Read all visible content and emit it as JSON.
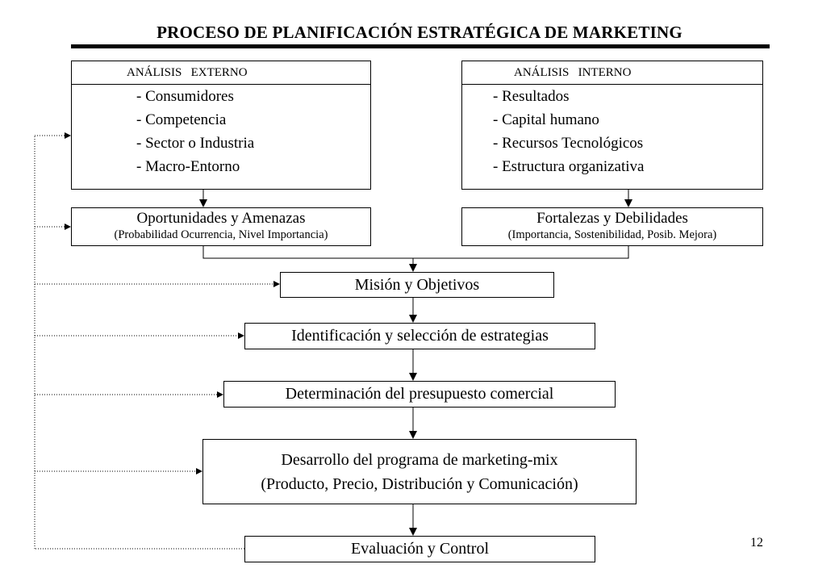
{
  "title": "PROCESO DE PLANIFICACIÓN ESTRATÉGICA DE MARKETING",
  "external": {
    "heading": "ANÁLISIS   EXTERNO",
    "items": [
      "- Consumidores",
      "- Competencia",
      "- Sector o Industria",
      "- Macro-Entorno"
    ]
  },
  "internal": {
    "heading": "ANÁLISIS   INTERNO",
    "items": [
      "- Resultados",
      "- Capital humano",
      "- Recursos Tecnológicos",
      "- Estructura organizativa"
    ]
  },
  "opportunities": {
    "title": "Oportunidades y Amenazas",
    "subtitle": "(Probabilidad Ocurrencia, Nivel Importancia)"
  },
  "strengths": {
    "title": "Fortalezas y Debilidades",
    "subtitle": "(Importancia, Sostenibilidad, Posib. Mejora)"
  },
  "steps": {
    "mission": "Misión y Objetivos",
    "strategies": "Identificación y selección de estrategias",
    "budget": "Determinación del presupuesto comercial",
    "mix_line1": "Desarrollo del programa de marketing-mix",
    "mix_line2": "(Producto, Precio, Distribución y Comunicación)",
    "evaluation": "Evaluación y Control"
  },
  "page_number": "12"
}
